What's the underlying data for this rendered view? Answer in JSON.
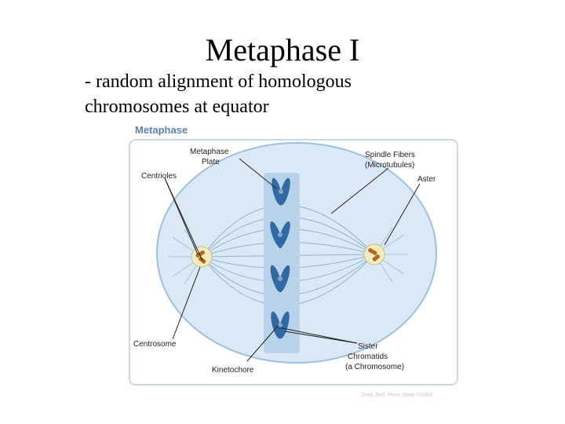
{
  "slide": {
    "title": "Metaphase I",
    "body_line1": "- random alignment of homologous",
    "body_line2": "chromosomes at equator"
  },
  "diagram": {
    "heading": "Metaphase",
    "labels": {
      "metaphase_plate_1": "Metaphase",
      "metaphase_plate_2": "Plate",
      "centrioles": "Centrioles",
      "spindle_fibers_1": "Spindle Fibers",
      "spindle_fibers_2": "(Microtubules)",
      "aster": "Aster",
      "centrosome": "Centrosome",
      "kinetochore": "Kinetochore",
      "sister_1": "Sister",
      "sister_2": "Chromatids",
      "sister_3": "(a Chromosome)"
    },
    "credit": "Dept. Biol. Penn State ©2004",
    "colors": {
      "cell_fill": "#dbe9f6",
      "cell_stroke": "#9cc0e0",
      "plate_fill": "#b8d2ea",
      "chromosome": "#2f6aa5",
      "centrosome_fill": "#f3ecbc",
      "centriole": "#b36a1e",
      "heading": "#5a84b8"
    }
  }
}
